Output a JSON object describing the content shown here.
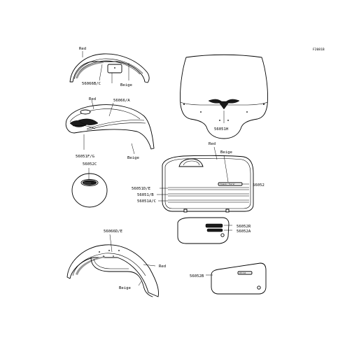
{
  "figure_ref": "F2081B",
  "labels": {
    "front_fender_red": "Red",
    "front_fender_part": "56066B/C",
    "front_fender_beige": "Beige",
    "tank_red": "Red",
    "tank_part_top": "56066/A",
    "tank_part_bottom": "56051F/G",
    "tank_beige": "Beige",
    "windshield_part": "56051H",
    "emblem_part": "56052C",
    "saddlebag_red": "Red",
    "saddlebag_beige": "Beige",
    "saddlebag_emblem_part": "56052",
    "saddlebag_stripe_1": "56051D/E",
    "saddlebag_stripe_2": "56051/B",
    "saddlebag_stripe_3": "56051A/C",
    "side_cover_part_r": "56052R",
    "side_cover_part_a": "56052A",
    "side_cover_part_b": "56052B",
    "rear_fender_part": "56066D/E",
    "rear_fender_red": "Red",
    "rear_fender_beige": "Beige"
  }
}
